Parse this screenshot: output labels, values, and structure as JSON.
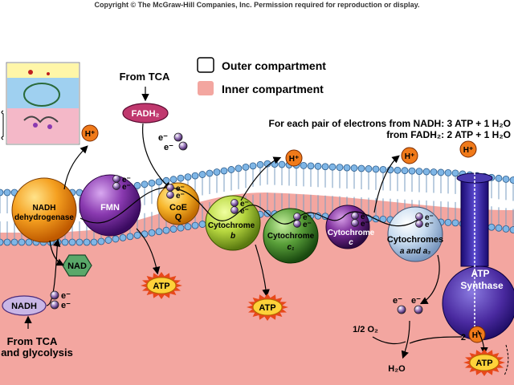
{
  "copyright": "Copyright © The McGraw-Hill Companies, Inc. Permission required for reproduction or display.",
  "legend": {
    "outer": "Outer compartment",
    "inner": "Inner compartment",
    "outer_color": "#ffffff",
    "inner_color": "#f3a6a0"
  },
  "yield_note": {
    "line1": "For each pair of electrons from NADH: 3 ATP + 1 H₂O",
    "line2": "from FADH₂: 2 ATP + 1 H₂O"
  },
  "sources": {
    "from_tca": "From TCA",
    "from_tca_glycolysis_1": "From TCA",
    "from_tca_glycolysis_2": "and glycolysis"
  },
  "molecules": {
    "fadh2": "FADH₂",
    "nadh": "NADH",
    "nad": "NAD",
    "electron": "e⁻",
    "h_plus": "H⁺",
    "two_h_plus": "2",
    "half_o2": "1/2 O₂",
    "water": "H₂O",
    "atp": "ATP"
  },
  "complexes": {
    "nadh_dh_1": "NADH",
    "nadh_dh_2": "dehydrogenase",
    "fmn": "FMN",
    "coe_1": "CoE",
    "coe_2": "Q",
    "cyt_b_1": "Cytochrome",
    "cyt_b_2": "b",
    "cyt_c1_1": "Cytochrome",
    "cyt_c1_2": "c₁",
    "cyt_c_1": "Cytochrome",
    "cyt_c_2": "c",
    "cyt_a_1": "Cytochromes",
    "cyt_a_2": "a and a₃",
    "atp_synthase_1": "ATP",
    "atp_synthase_2": "Synthase"
  },
  "colors": {
    "inner": "#f3a6a0",
    "membrane_head": "#7fb6e6",
    "fadh2": "#c0386e",
    "nadh": "#c9b6e6",
    "nad": "#5aa86a",
    "h_plus": "#f07a1a",
    "atp": "#ffd23a",
    "nadh_dh": "#f08a1e",
    "fmn": "#7a3aa0",
    "coe": "#f3a52a",
    "cyt_b": "#b0d040",
    "cyt_c1": "#4a9a3a",
    "cyt_c": "#6a2a8a",
    "cyt_a": "#c0d8f0",
    "synthase": "#2a1a8a"
  }
}
